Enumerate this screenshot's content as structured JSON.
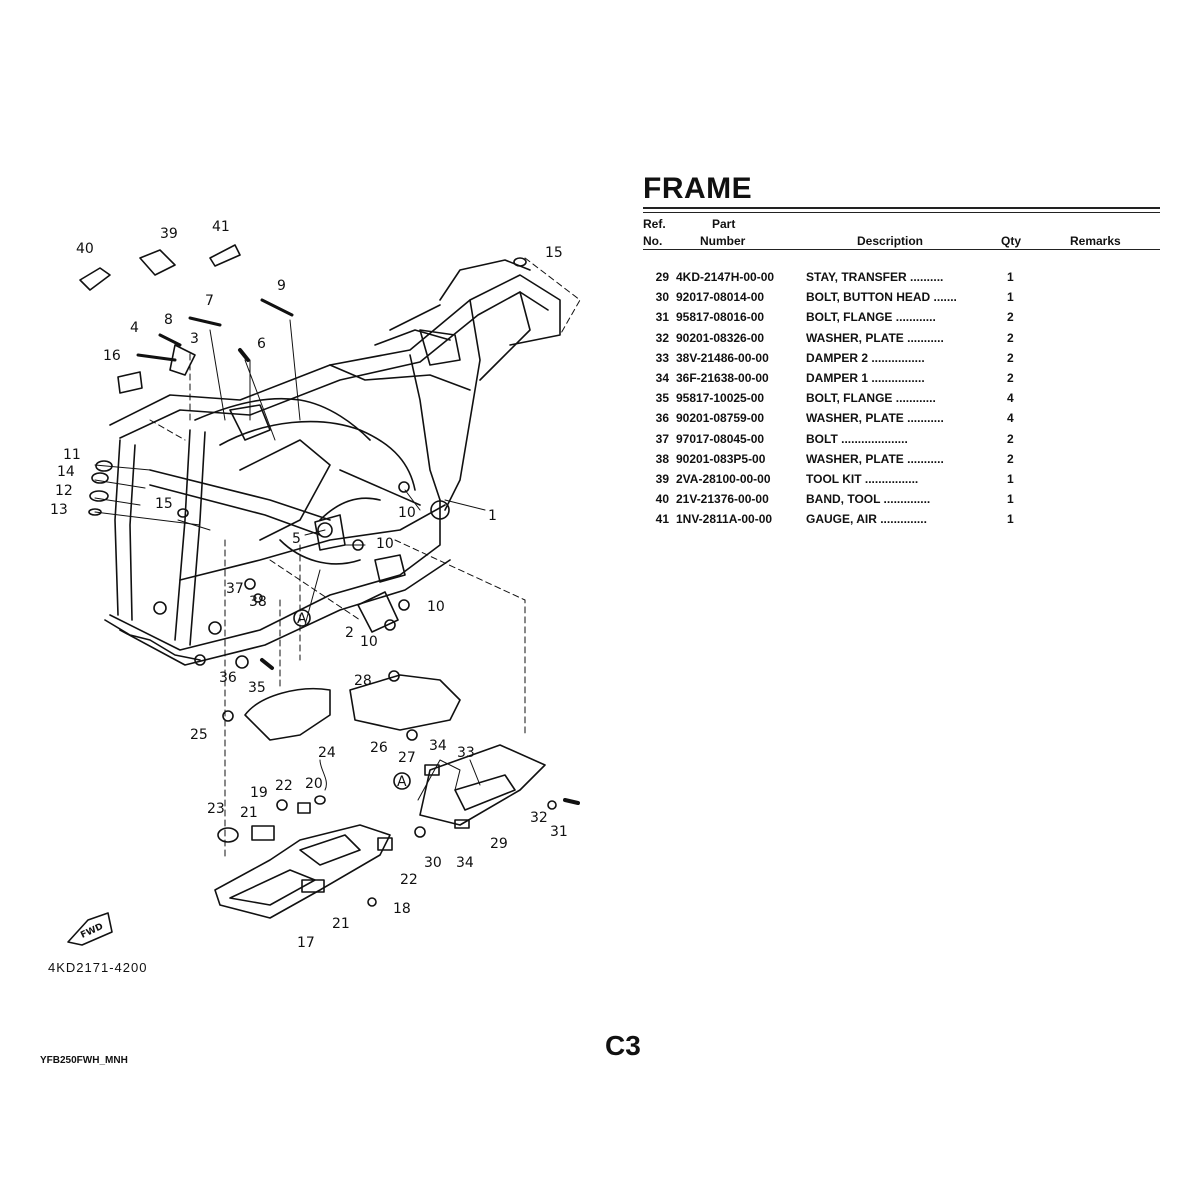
{
  "doc": {
    "title": "FRAME",
    "diagram_code": "4KD2171-4200",
    "page_id": "C3",
    "model_code": "YFB250FWH_MNH"
  },
  "table": {
    "headers": {
      "ref_top": "Ref.",
      "ref_bottom": "No.",
      "part_top": "Part",
      "part_bottom": "Number",
      "description": "Description",
      "qty": "Qty",
      "remarks": "Remarks"
    },
    "rows": [
      {
        "ref": "29",
        "part_number": "4KD-2147H-00-00",
        "description": "STAY, TRANSFER  ..........",
        "qty": "1",
        "remarks": ""
      },
      {
        "ref": "30",
        "part_number": "92017-08014-00",
        "description": "BOLT, BUTTON HEAD  .......",
        "qty": "1",
        "remarks": ""
      },
      {
        "ref": "31",
        "part_number": "95817-08016-00",
        "description": "BOLT, FLANGE  ............",
        "qty": "2",
        "remarks": ""
      },
      {
        "ref": "32",
        "part_number": "90201-08326-00",
        "description": "WASHER, PLATE  ...........",
        "qty": "2",
        "remarks": ""
      },
      {
        "ref": "33",
        "part_number": "38V-21486-00-00",
        "description": "DAMPER 2  ................",
        "qty": "2",
        "remarks": ""
      },
      {
        "ref": "34",
        "part_number": "36F-21638-00-00",
        "description": "DAMPER 1  ................",
        "qty": "2",
        "remarks": ""
      },
      {
        "ref": "35",
        "part_number": "95817-10025-00",
        "description": "BOLT, FLANGE  ............",
        "qty": "4",
        "remarks": ""
      },
      {
        "ref": "36",
        "part_number": "90201-08759-00",
        "description": "WASHER, PLATE  ...........",
        "qty": "4",
        "remarks": ""
      },
      {
        "ref": "37",
        "part_number": "97017-08045-00",
        "description": "BOLT  ....................",
        "qty": "2",
        "remarks": ""
      },
      {
        "ref": "38",
        "part_number": "90201-083P5-00",
        "description": "WASHER, PLATE  ...........",
        "qty": "2",
        "remarks": ""
      },
      {
        "ref": "39",
        "part_number": "2VA-28100-00-00",
        "description": "TOOL KIT  ................",
        "qty": "1",
        "remarks": ""
      },
      {
        "ref": "40",
        "part_number": "21V-21376-00-00",
        "description": "BAND, TOOL  ..............",
        "qty": "1",
        "remarks": ""
      },
      {
        "ref": "41",
        "part_number": "1NV-2811A-00-00",
        "description": "GAUGE, AIR  ..............",
        "qty": "1",
        "remarks": ""
      }
    ]
  },
  "diagram": {
    "callouts": {
      "c1": "1",
      "c2": "2",
      "c3": "3",
      "c4": "4",
      "c5": "5",
      "c6": "6",
      "c7": "7",
      "c8": "8",
      "c9": "9",
      "c10a": "10",
      "c10b": "10",
      "c10c": "10",
      "c10d": "10",
      "c11": "11",
      "c12": "12",
      "c13": "13",
      "c14": "14",
      "c15a": "15",
      "c15b": "15",
      "c16": "16",
      "c17": "17",
      "c18": "18",
      "c19": "19",
      "c20": "20",
      "c21a": "21",
      "c21b": "21",
      "c22a": "22",
      "c22b": "22",
      "c23": "23",
      "c24": "24",
      "c25": "25",
      "c26": "26",
      "c27": "27",
      "c28": "28",
      "c29": "29",
      "c30": "30",
      "c31": "31",
      "c32": "32",
      "c33": "33",
      "c34a": "34",
      "c34b": "34",
      "c35": "35",
      "c36": "36",
      "c37": "37",
      "c38": "38",
      "c39": "39",
      "c40": "40",
      "c41": "41",
      "markA1": "A",
      "markA2": "A",
      "fwd": "FWD"
    }
  }
}
